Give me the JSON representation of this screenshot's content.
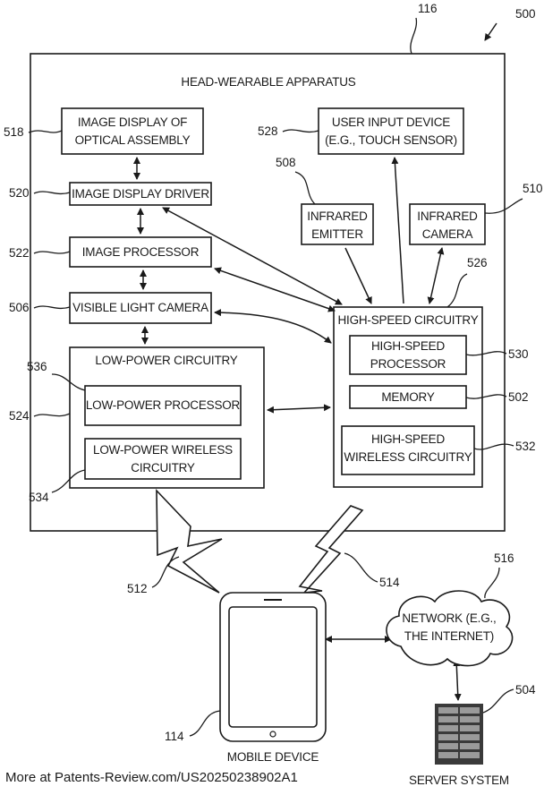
{
  "apparatus": {
    "title": "HEAD-WEARABLE APPARATUS",
    "ref": "116",
    "figure_ref": "500"
  },
  "blocks": {
    "image_display": {
      "line1": "IMAGE DISPLAY OF",
      "line2": "OPTICAL ASSEMBLY",
      "ref": "518"
    },
    "image_display_driver": {
      "label": "IMAGE DISPLAY DRIVER",
      "ref": "520"
    },
    "image_processor": {
      "label": "IMAGE PROCESSOR",
      "ref": "522"
    },
    "visible_light_camera": {
      "label": "VISIBLE LIGHT CAMERA",
      "ref": "506"
    },
    "user_input_device": {
      "line1": "USER INPUT DEVICE",
      "line2": "(E.G., TOUCH SENSOR)",
      "ref": "528"
    },
    "infrared_emitter": {
      "line1": "INFRARED",
      "line2": "EMITTER",
      "ref": "508"
    },
    "infrared_camera": {
      "line1": "INFRARED",
      "line2": "CAMERA",
      "ref": "510"
    },
    "low_power_circuitry": {
      "label": "LOW-POWER CIRCUITRY",
      "ref": "524"
    },
    "low_power_processor": {
      "label": "LOW-POWER PROCESSOR",
      "ref": "536"
    },
    "low_power_wireless": {
      "line1": "LOW-POWER WIRELESS",
      "line2": "CIRCUITRY",
      "ref": "534"
    },
    "high_speed_circuitry": {
      "label": "HIGH-SPEED CIRCUITRY",
      "ref": "526"
    },
    "high_speed_processor": {
      "line1": "HIGH-SPEED",
      "line2": "PROCESSOR",
      "ref": "530"
    },
    "memory": {
      "label": "MEMORY",
      "ref": "502"
    },
    "high_speed_wireless": {
      "line1": "HIGH-SPEED",
      "line2": "WIRELESS CIRCUITRY",
      "ref": "532"
    }
  },
  "links": {
    "low_power_link": {
      "ref": "512"
    },
    "high_speed_link": {
      "ref": "514"
    }
  },
  "external": {
    "mobile_device": {
      "label": "MOBILE DEVICE",
      "ref": "114"
    },
    "network": {
      "line1": "NETWORK (E.G.,",
      "line2": "THE INTERNET)",
      "ref": "516"
    },
    "server_system": {
      "label": "SERVER SYSTEM",
      "ref": "504"
    }
  },
  "footer": "More at Patents-Review.com/US20250238902A1"
}
